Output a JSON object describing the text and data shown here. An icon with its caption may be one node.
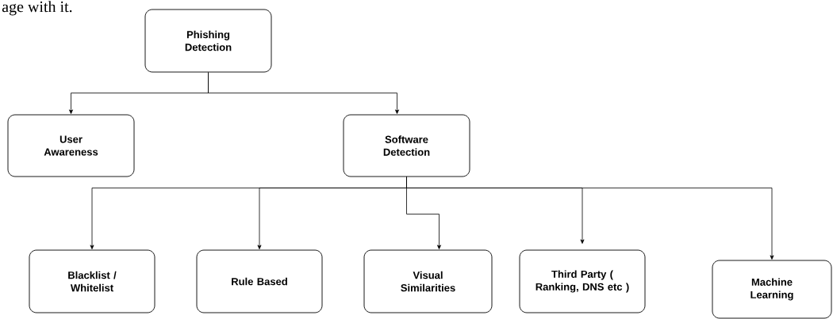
{
  "diagram": {
    "nodes": [
      {
        "text": [
          "Phishing Detection"
        ]
      },
      {
        "text": [
          "User Awareness"
        ]
      },
      {
        "text": [
          "Software Detection"
        ]
      },
      {
        "text": [
          "Blacklist / Whitelist"
        ]
      },
      {
        "text": [
          "Rule Based"
        ]
      },
      {
        "text": [
          "Visual Similarities"
        ]
      },
      {
        "text": [
          "Third Party ( Ranking, DNS etc )"
        ]
      },
      {
        "text": [
          "Machine Learning"
        ]
      }
    ],
    "edges": [
      {
        "from": 0,
        "to": 1,
        "arrow": "to"
      },
      {
        "from": 0,
        "to": 2,
        "arrow": "to"
      },
      {
        "from": 2,
        "to": 3,
        "arrow": "to"
      },
      {
        "from": 2,
        "to": 4,
        "arrow": "to"
      },
      {
        "from": 2,
        "to": 5,
        "arrow": "to"
      },
      {
        "from": 2,
        "to": 6,
        "arrow": "to"
      },
      {
        "from": 2,
        "to": 7,
        "arrow": "to"
      }
    ],
    "labels": [
      "age with it."
    ]
  }
}
